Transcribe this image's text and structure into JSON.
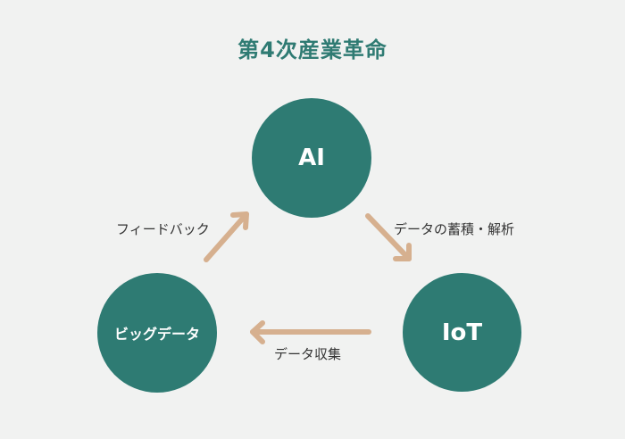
{
  "title": "第4次産業革命",
  "nodes": {
    "ai": "AI",
    "iot": "IoT",
    "bigdata": "ビッグデータ"
  },
  "edges": {
    "feedback": "フィードバック",
    "analysis": "データの蓄積・解析",
    "collection": "データ収集"
  },
  "colors": {
    "node_fill": "#2e7b73",
    "title": "#2f7b73",
    "arrow": "#d6b08f",
    "background": "#f1f2f1",
    "text": "#333333"
  }
}
